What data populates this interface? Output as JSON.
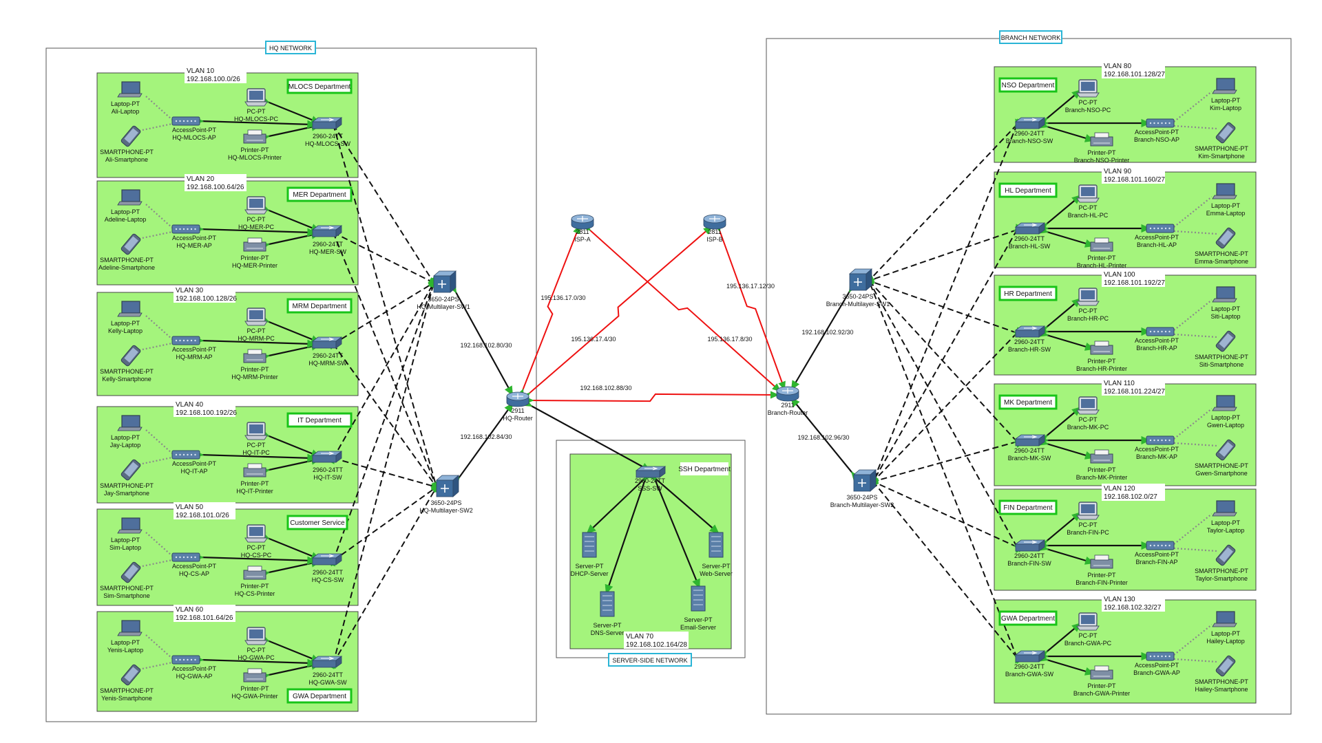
{
  "colors": {
    "area_green": "#a4f47c",
    "tag_green": "#18c418",
    "tag_cyan": "#2ab5d6",
    "red_link": "#ee1111",
    "dash_link": "#111111"
  },
  "networks": {
    "hq": "HQ NETWORK",
    "branch": "BRANCH NETWORK",
    "server": "SERVER-SIDE NETWORK"
  },
  "hq_depts": [
    {
      "dept": "MLOCS Department",
      "vlan": "VLAN 10",
      "subnet": "192.168.100.0/26",
      "pc": "HQ-MLOCS-PC",
      "printer": "HQ-MLOCS-Printer",
      "ap": "HQ-MLOCS-AP",
      "sw": "HQ-MLOCS-SW",
      "laptop": "Ali-Laptop",
      "phone": "Ali-Smartphone"
    },
    {
      "dept": "MER Department",
      "vlan": "VLAN 20",
      "subnet": "192.168.100.64/26",
      "pc": "HQ-MER-PC",
      "printer": "HQ-MER-Printer",
      "ap": "HQ-MER-AP",
      "sw": "HQ-MER-SW",
      "laptop": "Adeline-Laptop",
      "phone": "Adeline-Smartphone"
    },
    {
      "dept": "MRM Department",
      "vlan": "VLAN 30",
      "subnet": "192.168.100.128/26",
      "pc": "HQ-MRM-PC",
      "printer": "HQ-MRM-Printer",
      "ap": "HQ-MRM-AP",
      "sw": "HQ-MRM-SW",
      "laptop": "Kelly-Laptop",
      "phone": "Kelly-Smartphone"
    },
    {
      "dept": "IT Department",
      "vlan": "VLAN 40",
      "subnet": "192.168.100.192/26",
      "pc": "HQ-IT-PC",
      "printer": "HQ-IT-Printer",
      "ap": "HQ-IT-AP",
      "sw": "HQ-IT-SW",
      "laptop": "Jay-Laptop",
      "phone": "Jay-Smartphone"
    },
    {
      "dept": "Customer Service",
      "vlan": "VLAN 50",
      "subnet": "192.168.101.0/26",
      "pc": "HQ-CS-PC",
      "printer": "HQ-CS-Printer",
      "ap": "HQ-CS-AP",
      "sw": "HQ-CS-SW",
      "laptop": "Sim-Laptop",
      "phone": "Sim-Smartphone"
    },
    {
      "dept": "GWA Department",
      "vlan": "VLAN 60",
      "subnet": "192.168.101.64/26",
      "pc": "HQ-GWA-PC",
      "printer": "HQ-GWA-Printer",
      "ap": "HQ-GWA-AP",
      "sw": "HQ-GWA-SW",
      "laptop": "Yenis-Laptop",
      "phone": "Yenis-Smartphone"
    }
  ],
  "branch_depts": [
    {
      "dept": "NSO Department",
      "vlan": "VLAN 80",
      "subnet": "192.168.101.128/27",
      "pc": "Branch-NSO-PC",
      "printer": "Branch-NSO-Printer",
      "ap": "Branch-NSO-AP",
      "sw": "Branch-NSO-SW",
      "laptop": "Kim-Laptop",
      "phone": "Kim-Smartphone"
    },
    {
      "dept": "HL Department",
      "vlan": "VLAN 90",
      "subnet": "192.168.101.160/27",
      "pc": "Branch-HL-PC",
      "printer": "Branch-HL-Printer",
      "ap": "Branch-HL-AP",
      "sw": "Branch-HL-SW",
      "laptop": "Emma-Laptop",
      "phone": "Emma-Smartphone"
    },
    {
      "dept": "HR Department",
      "vlan": "VLAN 100",
      "subnet": "192.168.101.192/27",
      "pc": "Branch-HR-PC",
      "printer": "Branch-HR-Printer",
      "ap": "Branch-HR-AP",
      "sw": "Branch-HR-SW",
      "laptop": "Siti-Laptop",
      "phone": "Siti-Smartphone"
    },
    {
      "dept": "MK Department",
      "vlan": "VLAN 110",
      "subnet": "192.168.101.224/27",
      "pc": "Branch-MK-PC",
      "printer": "Branch-MK-Printer",
      "ap": "Branch-MK-AP",
      "sw": "Branch-MK-SW",
      "laptop": "Gwen-Laptop",
      "phone": "Gwen-Smartphone"
    },
    {
      "dept": "FIN Department",
      "vlan": "VLAN 120",
      "subnet": "192.168.102.0/27",
      "pc": "Branch-FIN-PC",
      "printer": "Branch-FIN-Printer",
      "ap": "Branch-FIN-AP",
      "sw": "Branch-FIN-SW",
      "laptop": "Taylor-Laptop",
      "phone": "Taylor-Smartphone"
    },
    {
      "dept": "GWA Department",
      "vlan": "VLAN 130",
      "subnet": "192.168.102.32/27",
      "pc": "Branch-GWA-PC",
      "printer": "Branch-GWA-Printer",
      "ap": "Branch-GWA-AP",
      "sw": "Branch-GWA-SW",
      "laptop": "Hailey-Laptop",
      "phone": "Hailey-Smartphone"
    }
  ],
  "device_types": {
    "pc": "PC-PT",
    "printer": "Printer-PT",
    "ap": "AccessPoint-PT",
    "sw": "2960-24TT",
    "laptop": "Laptop-PT",
    "phone": "SMARTPHONE-PT",
    "ml": "3650-24PS",
    "router": "2911",
    "isp": "2811",
    "server": "Server-PT"
  },
  "core": {
    "hq_ml1": "HQ-Multilayer-SW1",
    "hq_ml2": "HQ-Multilayer-SW2",
    "hq_router": "HQ-Router",
    "br_ml1": "Branch-Multilayer-SW1",
    "br_ml2": "Branch-Multilayer-SW2",
    "br_router": "Branch-Router",
    "isp_a": "ISP-A",
    "isp_b": "ISP-B"
  },
  "links": {
    "hq_r_ml1": "192.168.102.80/30",
    "hq_r_ml2": "192.168.102.84/30",
    "br_r_ml1": "192.168.102.92/30",
    "br_r_ml2": "192.168.102.96/30",
    "hq_br": "192.168.102.88/30",
    "hq_ispa": "195.136.17.0/30",
    "hq_ispb": "195.136.17.4/30",
    "br_ispa": "195.136.17.8/30",
    "br_ispb": "195.136.17.12/30"
  },
  "server_side": {
    "dept": "SSH Department",
    "sw": "SSS-SW",
    "vlan": "VLAN 70",
    "subnet": "192.168.102.164/28",
    "servers": [
      "DHCP-Server",
      "DNS-Server",
      "Email-Server",
      "Web-Server"
    ]
  }
}
